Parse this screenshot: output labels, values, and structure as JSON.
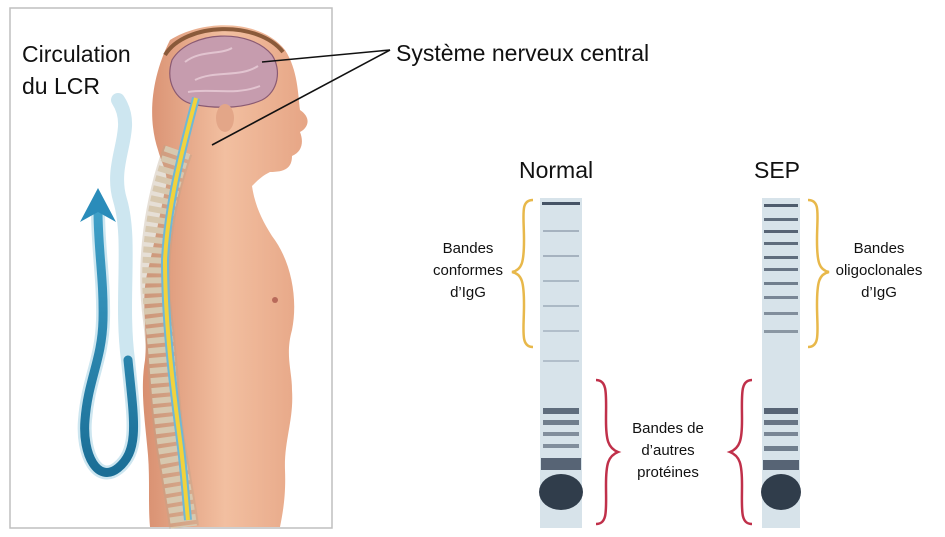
{
  "labels": {
    "csf_circulation": "Circulation\ndu LCR",
    "cns": "Système nerveux central",
    "lane_normal": "Normal",
    "lane_ms": "SEP",
    "bands_conforming": "Bandes\nconformes\nd’IgG",
    "bands_oligoclonal": "Bandes\noligoclonales\nd’IgG",
    "bands_other": "Bandes de\nd’autres\nprotéines"
  },
  "colors": {
    "igg_brace": "#e8b84a",
    "other_brace": "#c0304a",
    "csf_arrow": "#1f7ea8",
    "spine_cord": "#f2d23c",
    "skin": "#f0b898",
    "gel_lane": "#d7e3ea",
    "gel_band": "#2c3a4e"
  },
  "icons": {
    "csf_arrow": "csf-flow-arrow-icon",
    "figure": "human-profile-spine-illustration"
  }
}
